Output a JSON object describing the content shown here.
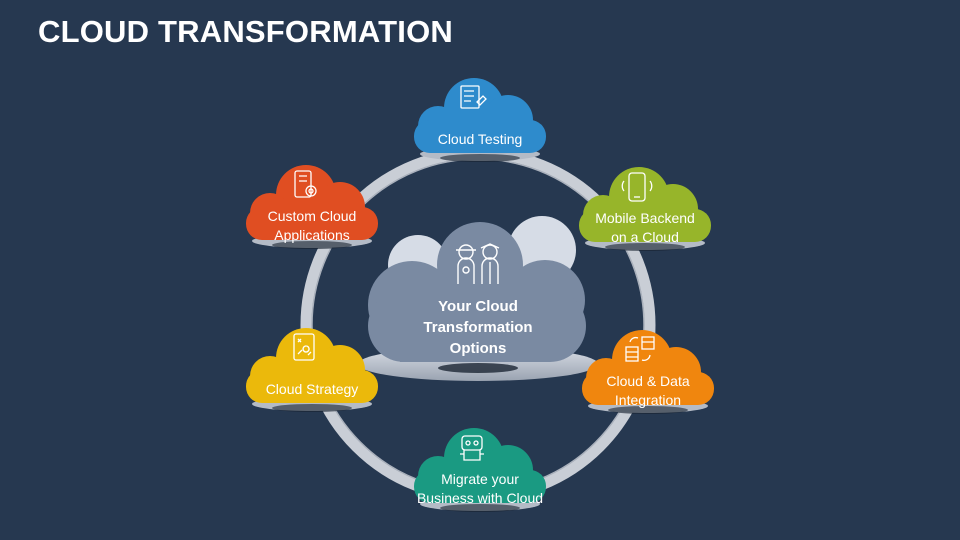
{
  "title": "CLOUD TRANSFORMATION",
  "center": {
    "label": "Your Cloud\nTransformation\nOptions",
    "icon": "team-people-icon",
    "color": "#7a8aa2"
  },
  "nodes": [
    {
      "id": "cloud-testing",
      "label": "Cloud Testing",
      "color": "#2e8bcc",
      "icon": "testing-checklist-icon"
    },
    {
      "id": "mobile-backend",
      "label": "Mobile Backend\non a Cloud",
      "color": "#97b52a",
      "icon": "mobile-phone-icon"
    },
    {
      "id": "cloud-data-integration",
      "label": "Cloud & Data\nIntegration",
      "color": "#f0860e",
      "icon": "data-integration-icon"
    },
    {
      "id": "migrate-business",
      "label": "Migrate your\nBusiness with Cloud",
      "color": "#1a9a82",
      "icon": "migration-robot-icon"
    },
    {
      "id": "cloud-strategy",
      "label": "Cloud Strategy",
      "color": "#ebb90b",
      "icon": "strategy-board-icon"
    },
    {
      "id": "custom-applications",
      "label": "Custom Cloud\nApplications",
      "color": "#e04e22",
      "icon": "app-settings-icon"
    }
  ]
}
